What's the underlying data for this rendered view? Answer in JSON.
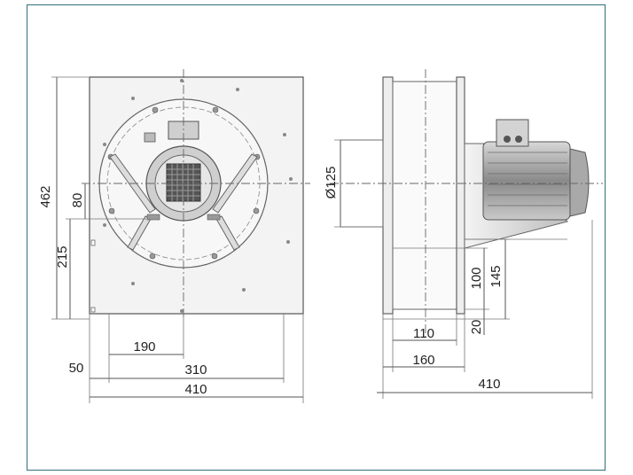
{
  "front_view": {
    "dims": {
      "height_total": "462",
      "height_outlet": "215",
      "outlet_size": "80",
      "offset_190": "190",
      "offset_50": "50",
      "width_310": "310",
      "width_410": "410"
    }
  },
  "side_view": {
    "dims": {
      "diameter": "Ø125",
      "height_145": "145",
      "height_100": "100",
      "height_20": "20",
      "width_110": "110",
      "width_160": "160",
      "width_410": "410"
    }
  },
  "colors": {
    "frame_border": "#2f6f7a",
    "plate_fill": "#f2f2f2",
    "motor_fill": "#8c8c8c"
  }
}
